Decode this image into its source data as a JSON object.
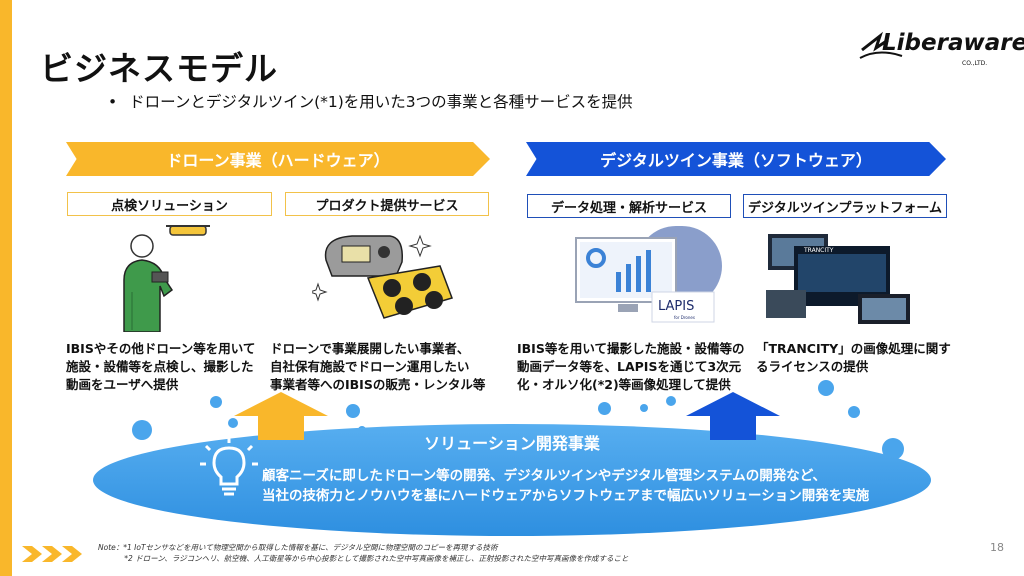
{
  "page": {
    "title": "ビジネスモデル",
    "bullet": "ドローンとデジタルツイン(*1)を用いた3つの事業と各種サービスを提供",
    "page_number": "18"
  },
  "logo": {
    "name": "Liberaware",
    "sub": "CO.,LTD."
  },
  "drone_business": {
    "banner": "ドローン事業（ハードウェア）",
    "services": [
      {
        "label": "点検ソリューション",
        "description": "IBISやその他ドローン等を用いて\n施設・設備等を点検し、撮影した\n動画をユーザへ提供"
      },
      {
        "label": "プロダクト提供サービス",
        "description": "ドローンで事業展開したい事業者、\n自社保有施設でドローン運用したい\n事業者等へのIBISの販売・レンタル等"
      }
    ]
  },
  "digital_twin_business": {
    "banner": "デジタルツイン事業（ソフトウェア）",
    "services": [
      {
        "label": "データ処理・解析サービス",
        "description": "IBIS等を用いて撮影した施設・設備等の\n動画データ等を、LAPISを通じて3次元\n化・オルソ化(*2)等画像処理して提供"
      },
      {
        "label": "デジタルツインプラットフォーム",
        "description": "「TRANCITY」の画像処理に関す\nるライセンスの提供"
      }
    ],
    "lapis_label": "LAPIS",
    "lapis_sub": "for Drones",
    "trancity_label": "TRANCITY"
  },
  "solution_business": {
    "title": "ソリューション開発事業",
    "body": "顧客ニーズに即したドローン等の開発、デジタルツインやデジタル管理システムの開発など、\n当社の技術力とノウハウを基にハードウェアからソフトウェアまで幅広いソリューション開発を実施"
  },
  "notes": {
    "text": "Note：*1 IoTセンサなどを用いて物理空間から取得した情報を基に、デジタル空間に物理空間のコピーを再現する技術\n           *2 ドローン、ラジコンヘリ、航空機、人工衛星等から中心投影として撮影された空中写真画像を補正し、正射投影された空中写真画像を作成すること"
  },
  "colors": {
    "accent_yellow": "#f9b72b",
    "accent_blue": "#1453d8",
    "ellipse_blue": "#3e9be6"
  },
  "icons": [
    "lightbulb-icon",
    "double-chevron-icon",
    "up-arrow-icon"
  ]
}
